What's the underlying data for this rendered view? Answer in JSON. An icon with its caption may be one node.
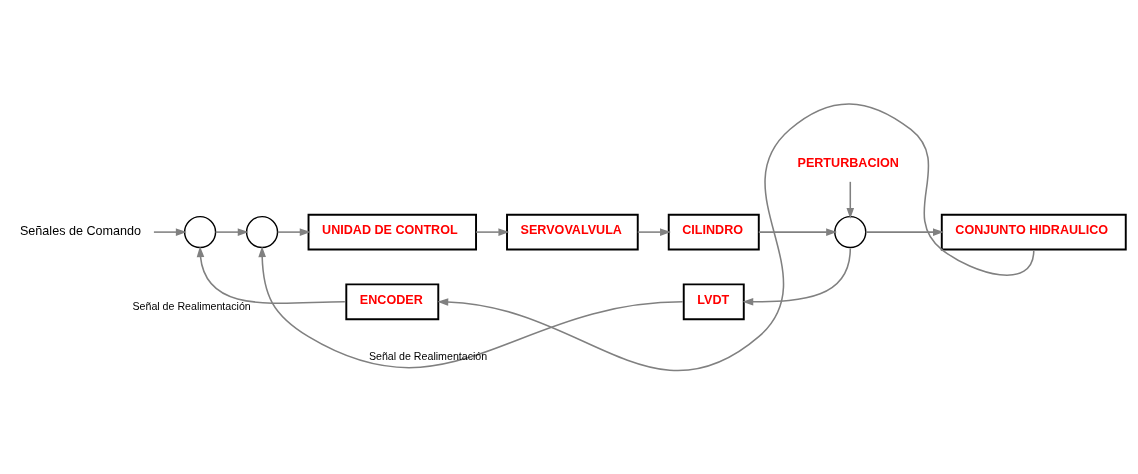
{
  "diagram": {
    "nodes": [
      {
        "text": [
          "Señales de Comando"
        ]
      },
      {
        "text": [],
        "shape": "circle"
      },
      {
        "text": [],
        "shape": "circle"
      },
      {
        "text": [
          "UNIDAD DE CONTROL"
        ]
      },
      {
        "text": [
          "SERVOVALVULA"
        ]
      },
      {
        "text": [
          "CILINDRO"
        ]
      },
      {
        "text": [
          "PERTURBACION"
        ]
      },
      {
        "text": [],
        "shape": "circle"
      },
      {
        "text": [
          "CONJUNTO HIDRAULICO"
        ]
      },
      {
        "text": [
          "LVDT"
        ]
      },
      {
        "text": [
          "ENCODER"
        ]
      }
    ],
    "edges": [
      {
        "from": 0,
        "to": 1,
        "arrow": "to"
      },
      {
        "from": 1,
        "to": 2,
        "arrow": "to"
      },
      {
        "from": 2,
        "to": 3,
        "arrow": "to"
      },
      {
        "from": 3,
        "to": 4,
        "arrow": "to"
      },
      {
        "from": 4,
        "to": 5,
        "arrow": "to"
      },
      {
        "from": 5,
        "to": 7,
        "arrow": "to"
      },
      {
        "from": 6,
        "to": 7,
        "arrow": "to"
      },
      {
        "from": 7,
        "to": 8,
        "arrow": "to"
      },
      {
        "from": 7,
        "to": 9,
        "arrow": "to"
      },
      {
        "from": 9,
        "to": 2,
        "arrow": "to",
        "label": "Señal de Realimentación"
      },
      {
        "from": 8,
        "to": 10,
        "arrow": "to"
      },
      {
        "from": 10,
        "to": 1,
        "arrow": "to",
        "label": "Señal de Realimentación"
      }
    ]
  }
}
